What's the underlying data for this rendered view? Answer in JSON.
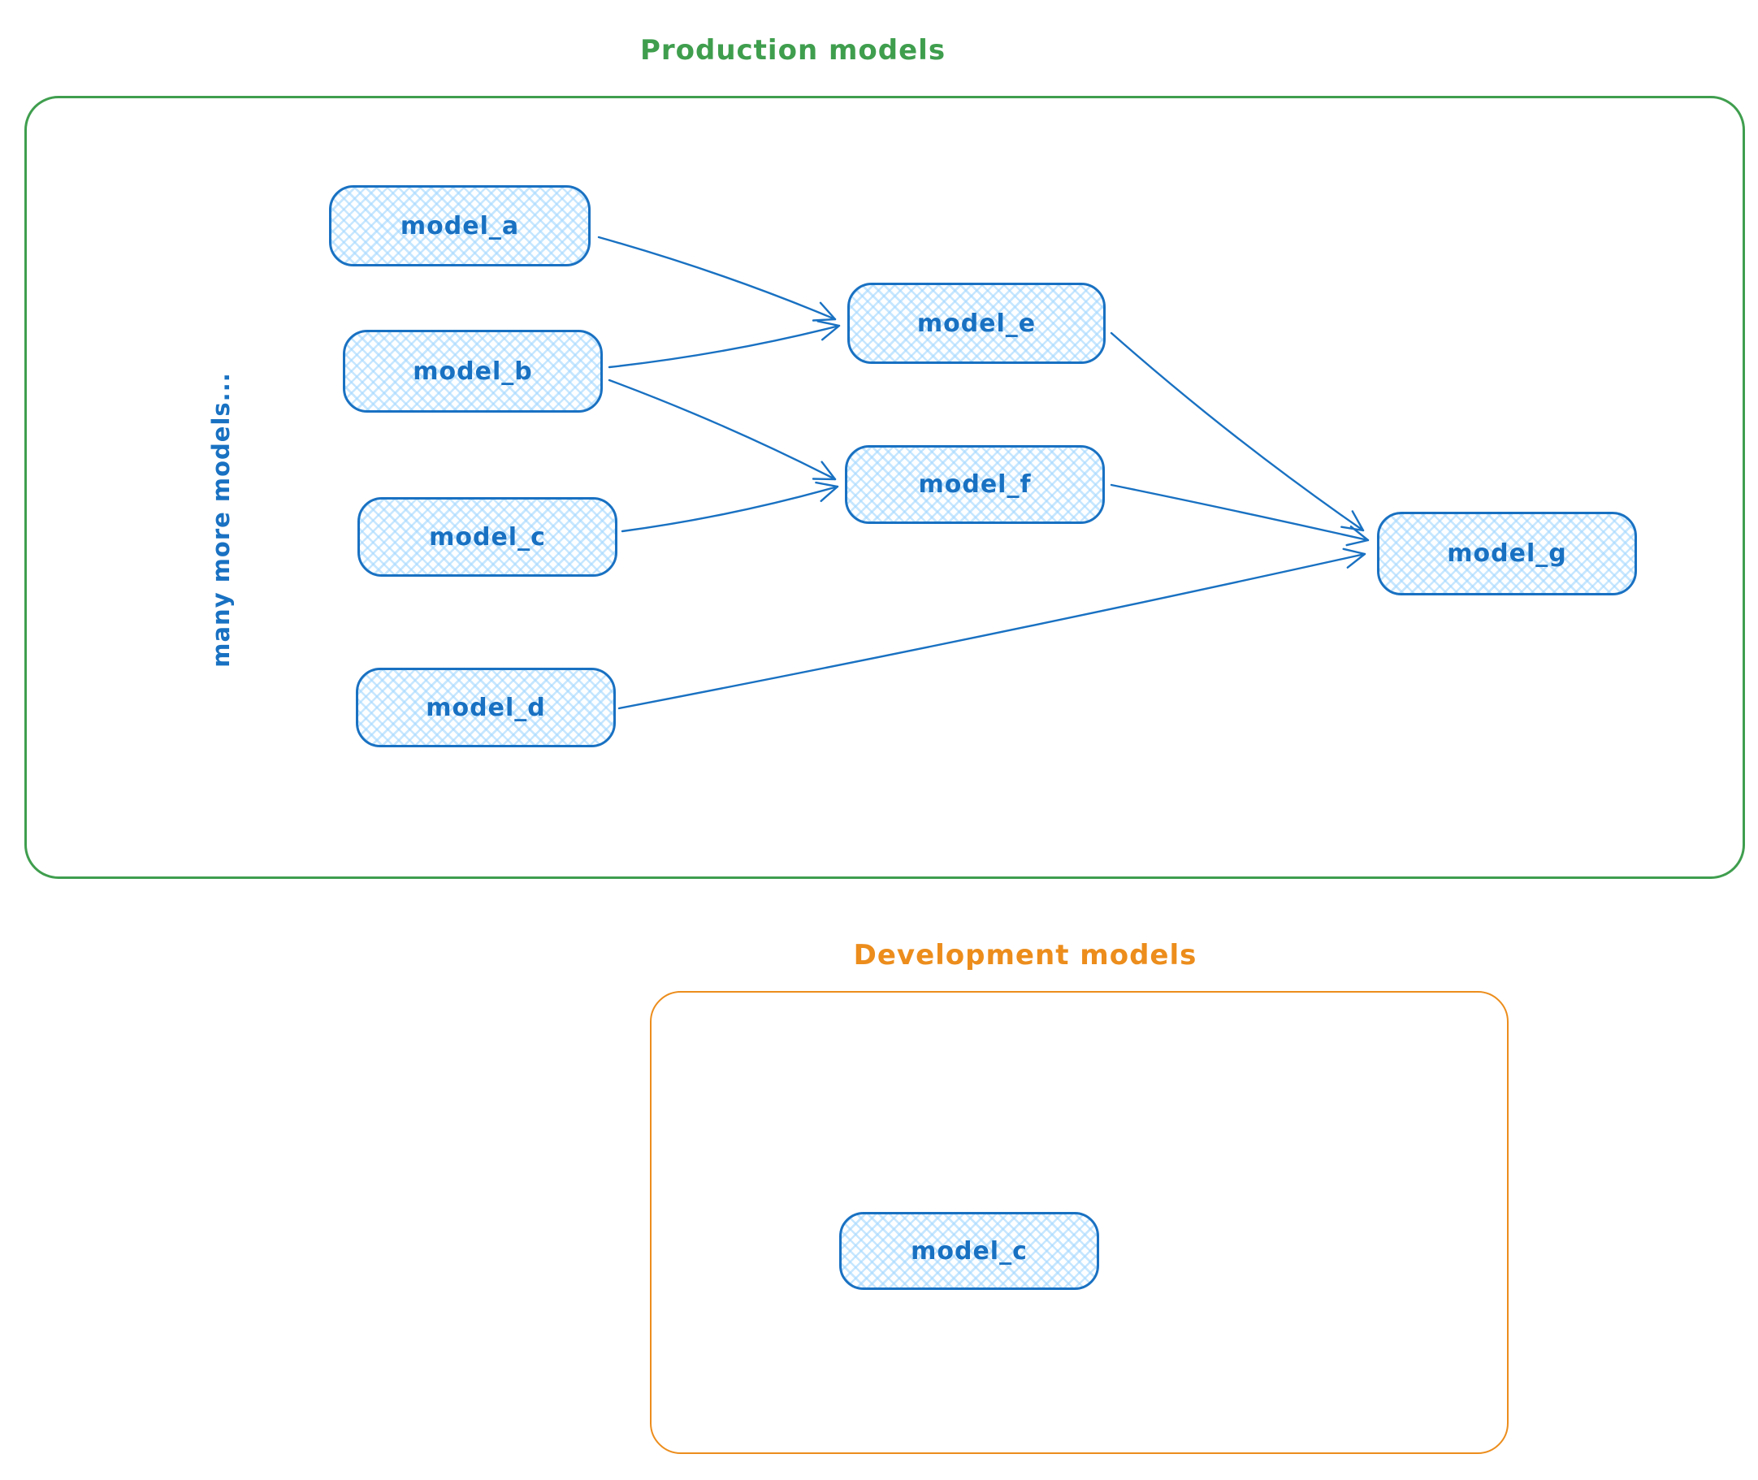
{
  "production": {
    "title": "Production models",
    "accent_color": "#3f9e4e",
    "side_note": "many more models...",
    "nodes": [
      {
        "label": "model_a"
      },
      {
        "label": "model_b"
      },
      {
        "label": "model_c"
      },
      {
        "label": "model_d"
      },
      {
        "label": "model_e"
      },
      {
        "label": "model_f"
      },
      {
        "label": "model_g"
      }
    ]
  },
  "development": {
    "title": "Development models",
    "accent_color": "#ec8d1c",
    "nodes": [
      {
        "label": "model_c"
      }
    ]
  },
  "node_style": {
    "stroke_color": "#1971c2",
    "fill_color": "#a5d8ff",
    "label_color": "#1971c2",
    "fill_pattern": "cross-hatch"
  },
  "edges": [
    {
      "from": "model_a",
      "to": "model_e"
    },
    {
      "from": "model_b",
      "to": "model_e"
    },
    {
      "from": "model_b",
      "to": "model_f"
    },
    {
      "from": "model_c",
      "to": "model_f"
    },
    {
      "from": "model_e",
      "to": "model_g"
    },
    {
      "from": "model_f",
      "to": "model_g"
    },
    {
      "from": "model_d",
      "to": "model_g"
    }
  ]
}
